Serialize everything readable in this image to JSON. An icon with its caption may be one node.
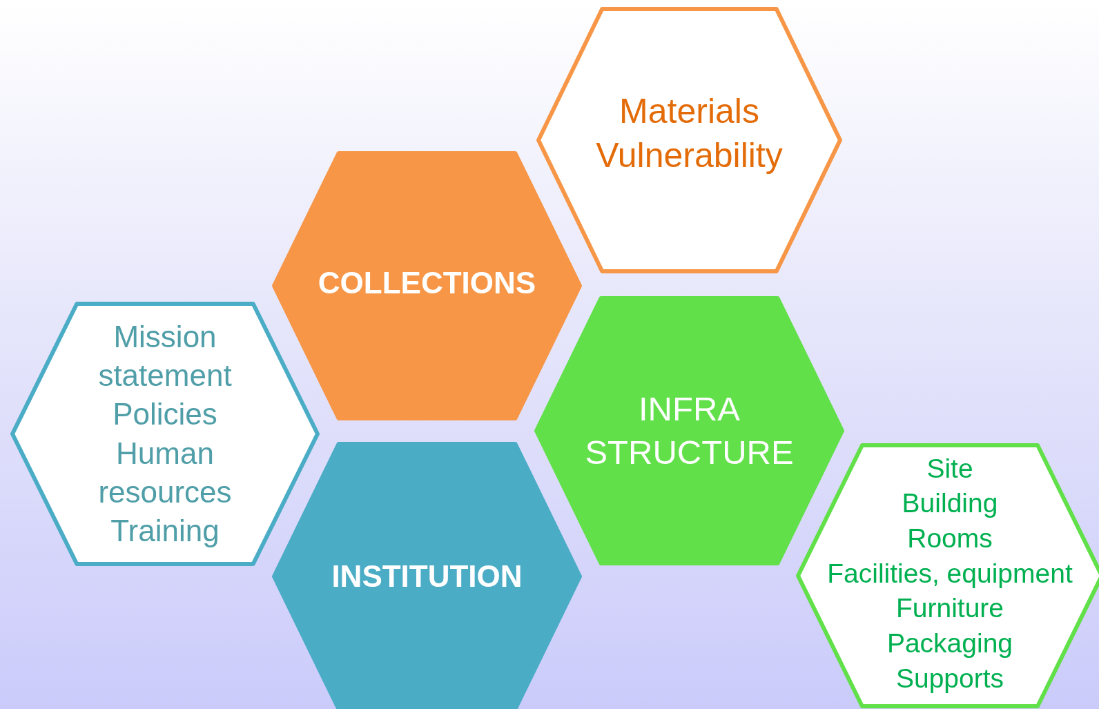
{
  "diagram": {
    "nodes": [
      {
        "text": [
          "Materials Vulnerability"
        ]
      },
      {
        "text": [
          "COLLECTIONS"
        ]
      },
      {
        "text": [
          "Mission statement",
          "Policies",
          "Human resources",
          "Training"
        ]
      },
      {
        "text": [
          "INFRA STRUCTURE"
        ]
      },
      {
        "text": [
          "INSTITUTION"
        ]
      },
      {
        "text": [
          "Site",
          "Building",
          "Rooms",
          "Facilities, equipment",
          "Furniture",
          "Packaging",
          "Supports"
        ]
      }
    ]
  }
}
